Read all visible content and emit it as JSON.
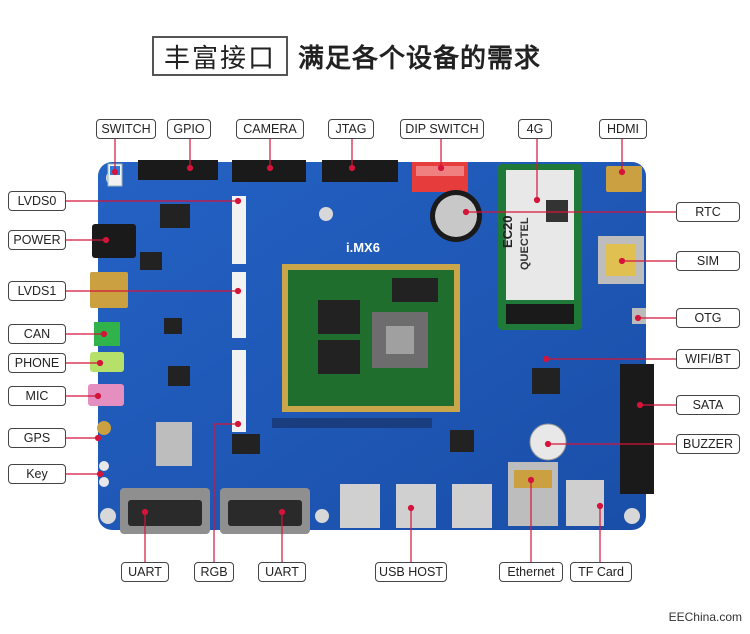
{
  "title": {
    "boxed": "丰富接口",
    "main": "满足各个设备的需求"
  },
  "labels": {
    "switch": "SWITCH",
    "gpio": "GPIO",
    "camera": "CAMERA",
    "jtag": "JTAG",
    "dip_switch": "DIP SWITCH",
    "g4": "4G",
    "hdmi": "HDMI",
    "lvds0": "LVDS0",
    "power": "POWER",
    "lvds1": "LVDS1",
    "can": "CAN",
    "phone": "PHONE",
    "mic": "MIC",
    "gps": "GPS",
    "key": "Key",
    "rtc": "RTC",
    "sim": "SIM",
    "otg": "OTG",
    "wifi_bt": "WIFI/BT",
    "sata": "SATA",
    "buzzer": "BUZZER",
    "uart1": "UART",
    "rgb": "RGB",
    "uart2": "UART",
    "usb_host": "USB HOST",
    "ethernet": "Ethernet",
    "tf_card": "TF Card"
  },
  "board": {
    "cpu_label": "i.MX6",
    "modem_label": "EC20",
    "modem_brand": "QUECTEL"
  },
  "colors": {
    "board": "#1d55b5",
    "board_dark": "#12408f",
    "callout": "#d4143a",
    "label_border": "#444444"
  },
  "credit": "EEChina.com"
}
